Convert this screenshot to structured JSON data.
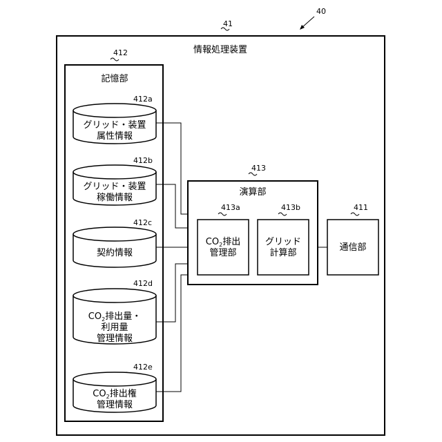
{
  "figure": {
    "ref": "40",
    "device": {
      "ref": "41",
      "label": "情報処理装置"
    },
    "storage": {
      "ref": "412",
      "label": "記憶部",
      "items": [
        {
          "ref": "412a",
          "lines": [
            "グリッド・装置",
            "属性情報"
          ]
        },
        {
          "ref": "412b",
          "lines": [
            "グリッド・装置",
            "稼働情報"
          ]
        },
        {
          "ref": "412c",
          "lines": [
            "契約情報"
          ]
        },
        {
          "ref": "412d",
          "co2_prefix": "CO",
          "co2_sub": "2",
          "co2_rest": "排出量・",
          "lines": [
            "利用量",
            "管理情報"
          ]
        },
        {
          "ref": "412e",
          "co2_prefix": "CO",
          "co2_sub": "2",
          "co2_rest": "排出権",
          "lines": [
            "管理情報"
          ]
        }
      ]
    },
    "compute": {
      "ref": "413",
      "label": "演算部",
      "co2_unit": {
        "ref": "413a",
        "co2_prefix": "CO",
        "co2_sub": "2",
        "co2_rest": "排出",
        "line2": "管理部"
      },
      "grid_unit": {
        "ref": "413b",
        "line1": "グリッド",
        "line2": "計算部"
      }
    },
    "comm": {
      "ref": "411",
      "label": "通信部"
    }
  }
}
